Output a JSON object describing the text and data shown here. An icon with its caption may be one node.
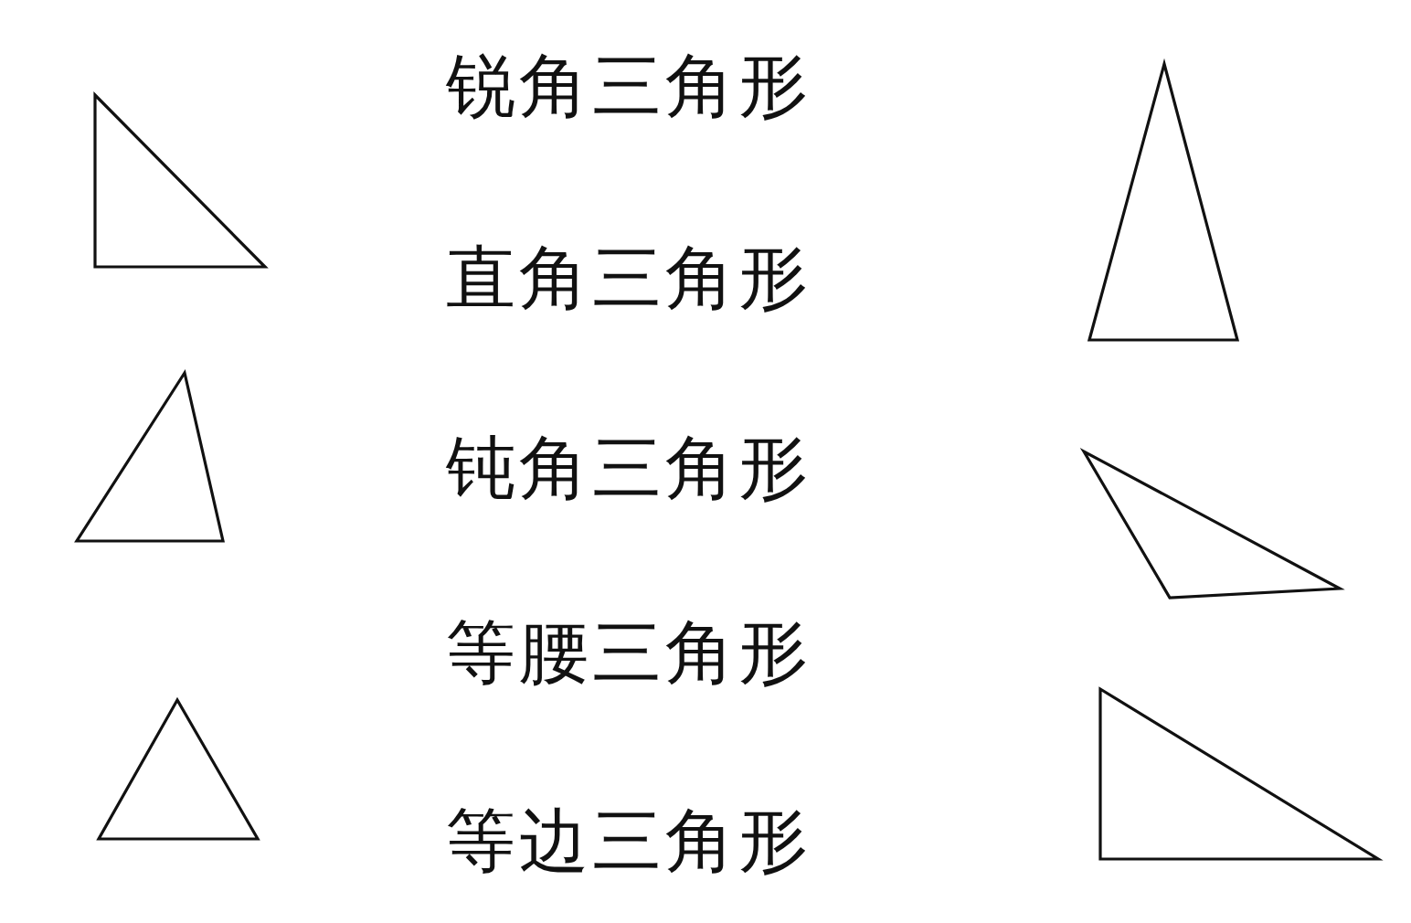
{
  "diagram": {
    "nodes": [
      {
        "text": [],
        "shape": "triangle"
      },
      {
        "text": [],
        "shape": "triangle"
      },
      {
        "text": [],
        "shape": "triangle"
      },
      {
        "text": [],
        "shape": "triangle"
      },
      {
        "text": [],
        "shape": "triangle"
      },
      {
        "text": [],
        "shape": "triangle"
      }
    ],
    "labels": [
      "锐角三角形",
      "直角三角形",
      "钝角三角形",
      "等腰三角形",
      "等边三角形"
    ]
  }
}
